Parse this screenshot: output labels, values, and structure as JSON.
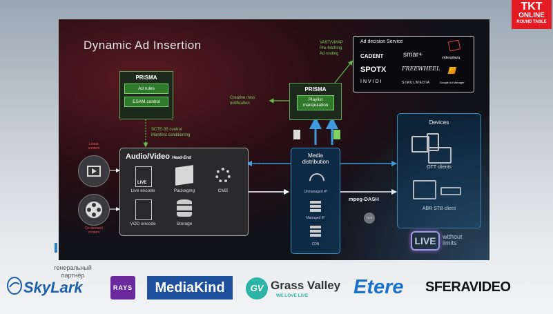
{
  "slide": {
    "title": "Dynamic Ad Insertion",
    "prisma_left": {
      "title": "PRISMA",
      "btn1": "Ad rules",
      "btn2": "ESAM control"
    },
    "prisma_right": {
      "title": "PRISMA",
      "btn": "Playlist manipulation"
    },
    "notes": {
      "vast": [
        "VAST/VMAP",
        "Pre-fetching",
        "Ad routing"
      ],
      "creative": [
        "Creative miss",
        "notification"
      ],
      "scte": [
        "SCTE-35 control",
        "Manifest conditioning"
      ]
    },
    "ad_service": {
      "title": "Ad decision Service",
      "logos": [
        "CADENT",
        "smar+",
        "videoplaza",
        "SPOTX",
        "FREEWHEEL",
        "INVIDI",
        "SIMULMEDIA",
        "Google Ad Manager"
      ]
    },
    "audio_video": {
      "title": "Audio/Video",
      "subtitle": "Head-End",
      "items": [
        "Live encode",
        "Packaging",
        "CMS",
        "VOD encode",
        "Storage"
      ],
      "live_tag": "LIVE"
    },
    "media_distribution": {
      "title_1": "Media",
      "title_2": "distribution",
      "items": [
        "Unmanaged IP",
        "Managed IP",
        "CDN"
      ]
    },
    "mpeg_dash": "mpeg-DASH",
    "hls": "HLS",
    "devices": {
      "title": "Devices",
      "ott": "OTT clients",
      "abr": "ABR STB client"
    },
    "sources": {
      "live": [
        "Linear",
        "content"
      ],
      "ondemand": [
        "On demand",
        "content"
      ]
    },
    "live_logo": {
      "word": "LIVE",
      "tag_1": "without",
      "tag_2": "limits"
    }
  },
  "tkt": {
    "line1": "TKT",
    "line2": "ONLINE",
    "line3": "ROUND TABLE"
  },
  "partner": {
    "line1": "генеральный",
    "line2": "партнёр"
  },
  "sponsors": [
    "SkyLark",
    "RAYS",
    "MediaKind",
    "Grass Valley",
    "WE LOVE LIVE",
    "Etere",
    "SFERAVIDEO"
  ],
  "colors": {
    "green": "#2f7a2a",
    "blue": "#2f80c0",
    "red": "#e31b23"
  }
}
